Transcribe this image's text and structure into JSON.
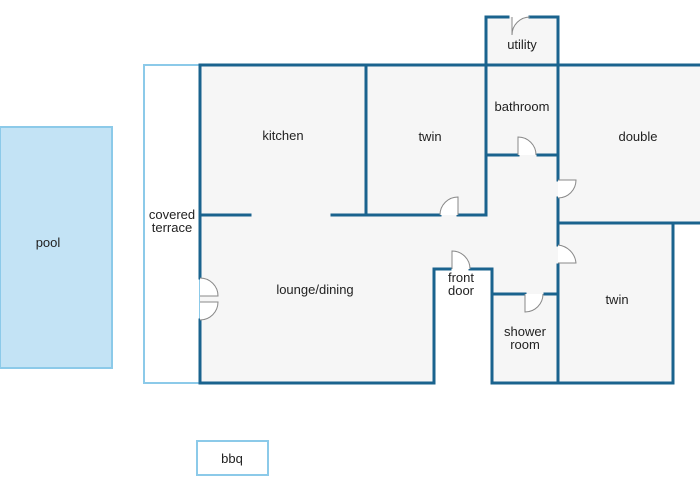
{
  "labels": {
    "pool": "pool",
    "covered_terrace_line1": "covered",
    "covered_terrace_line2": "terrace",
    "kitchen": "kitchen",
    "twin_top": "twin",
    "utility": "utility",
    "bathroom": "bathroom",
    "double": "double",
    "lounge_dining": "lounge/dining",
    "front_door_line1": "front",
    "front_door_line2": "door",
    "shower_room_line1": "shower",
    "shower_room_line2": "room",
    "twin_bottom": "twin",
    "bbq": "bbq"
  },
  "colors": {
    "wall": "#1a638e",
    "pool_fill": "#c3e3f5",
    "pool_edge": "#8ccae9",
    "terrace_edge": "#8ccae9",
    "floor": "#f6f6f6",
    "door": "#888888",
    "text": "#222222"
  }
}
